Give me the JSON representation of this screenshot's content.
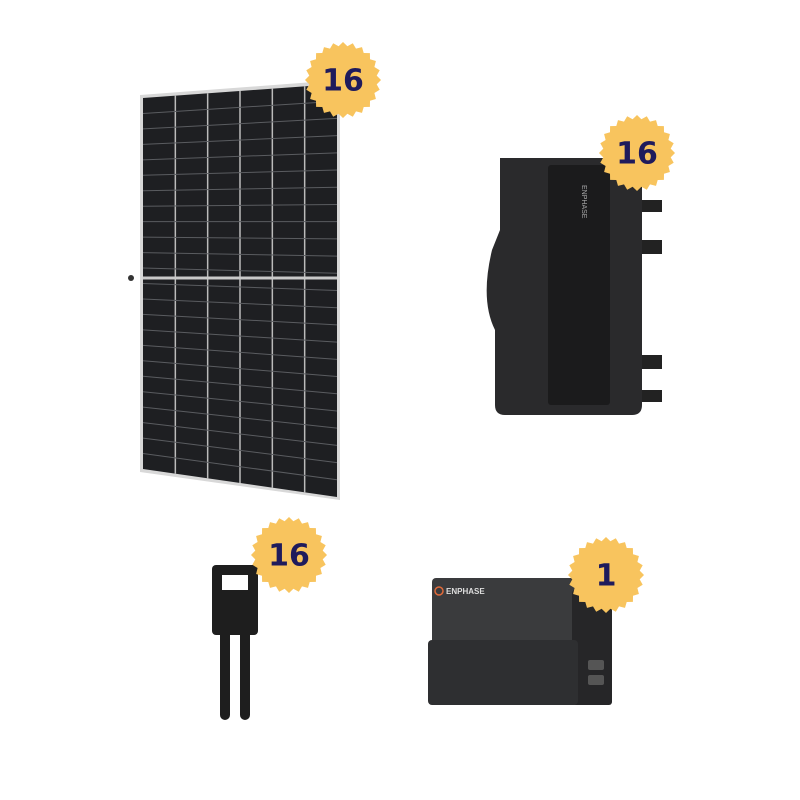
{
  "colors": {
    "badge": "#f8c45e",
    "badge_text": "#1f1b5c",
    "product": "#2b2b2d"
  },
  "products": [
    {
      "name": "solar-panel",
      "quantity": "16"
    },
    {
      "name": "microinverter",
      "quantity": "16",
      "brand": "ENPHASE"
    },
    {
      "name": "connector-cable",
      "quantity": "16"
    },
    {
      "name": "gateway",
      "quantity": "1",
      "brand": "ENPHASE"
    }
  ]
}
